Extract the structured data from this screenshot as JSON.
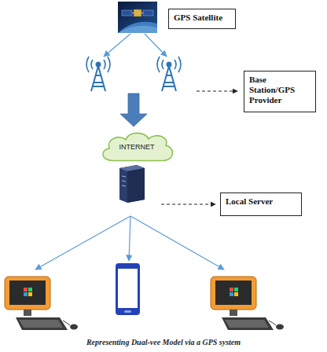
{
  "diagram": {
    "caption": "Representing Dual-vee Model via a GPS system",
    "nodes": [
      {
        "text": [
          "GPS Satellite"
        ]
      },
      {
        "text": [
          "Base Station/GPS Provider"
        ]
      },
      {
        "text": [
          "INTERNET"
        ]
      },
      {
        "text": [
          "Local Server"
        ]
      }
    ]
  }
}
